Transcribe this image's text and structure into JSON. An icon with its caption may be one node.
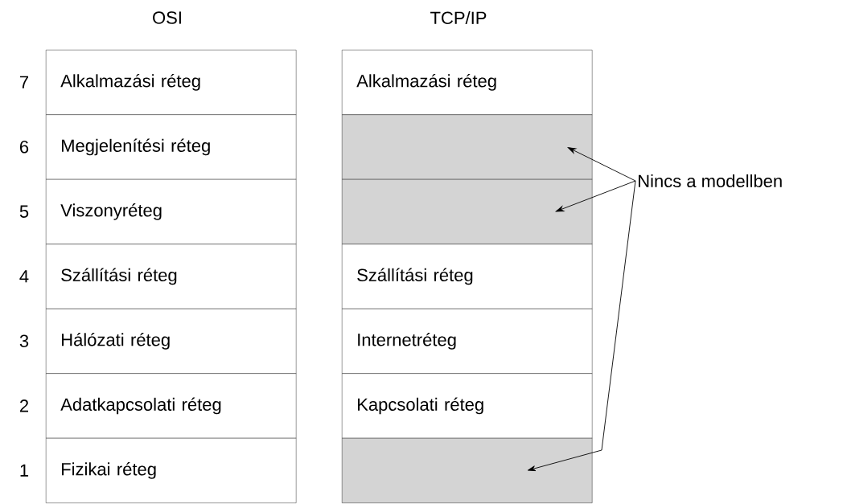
{
  "diagram": {
    "nodes": [
      {
        "text": [
          "Alkalmazási réteg"
        ],
        "beside": [
          "7"
        ]
      },
      {
        "text": [
          "Megjelenítési réteg"
        ],
        "beside": [
          "6"
        ]
      },
      {
        "text": [
          "Viszonyréteg"
        ],
        "beside": [
          "5"
        ]
      },
      {
        "text": [
          "Szállítási réteg"
        ],
        "beside": [
          "4"
        ]
      },
      {
        "text": [
          "Hálózati réteg"
        ],
        "beside": [
          "3"
        ]
      },
      {
        "text": [
          "Adatkapcsolati réteg"
        ],
        "beside": [
          "2"
        ]
      },
      {
        "text": [
          "Fizikai réteg"
        ],
        "beside": [
          "1"
        ]
      },
      {
        "text": [
          "Alkalmazási réteg"
        ]
      },
      {
        "text": [],
        "shape": "box"
      },
      {
        "text": [],
        "shape": "box"
      },
      {
        "text": [
          "Szállítási réteg"
        ]
      },
      {
        "text": [
          "Internetréteg"
        ]
      },
      {
        "text": [
          "Kapcsolati réteg"
        ]
      },
      {
        "text": [],
        "shape": "box"
      },
      {
        "text": [
          "Nincs a modellben"
        ]
      }
    ],
    "edges": [
      {
        "from": 14,
        "to": 8,
        "arrow": "to"
      },
      {
        "from": 14,
        "to": 9,
        "arrow": "to"
      },
      {
        "from": 14,
        "to": 13,
        "arrow": "to"
      }
    ],
    "labels": [
      "OSI",
      "TCP/IP"
    ]
  }
}
